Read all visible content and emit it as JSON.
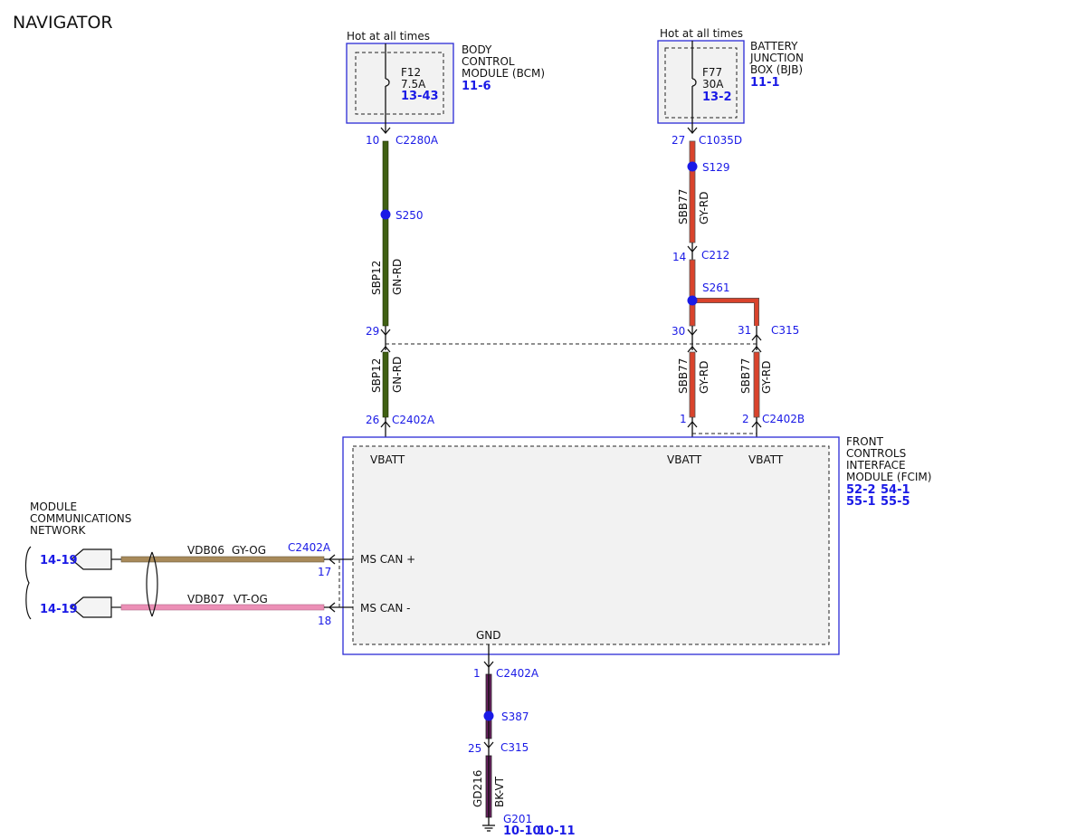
{
  "title": "NAVIGATOR",
  "bcm": {
    "hot_label": "Hot at all times",
    "name_lines": [
      "BODY",
      "CONTROL",
      "MODULE (BCM)"
    ],
    "ref": "11-6",
    "fuse": "F12",
    "rating": "7.5A",
    "fuse_ref": "13-43"
  },
  "bjb": {
    "hot_label": "Hot at all times",
    "name_lines": [
      "BATTERY",
      "JUNCTION",
      "BOX (BJB)"
    ],
    "ref": "11-1",
    "fuse": "F77",
    "rating": "30A",
    "fuse_ref": "13-2"
  },
  "left_feed": {
    "pin_top": "10",
    "conn_top": "C2280A",
    "splice": "S250",
    "circuit": "SBP12",
    "color": "GN-RD",
    "pin_mid": "29",
    "pin_bottom": "26",
    "conn_bottom": "C2402A"
  },
  "right_feed": {
    "pin_top": "27",
    "conn_top": "C1035D",
    "splice_top": "S129",
    "circuit": "SBB77",
    "color": "GY-RD",
    "pin_c212": "14",
    "conn_c212": "C212",
    "splice_mid": "S261",
    "pin_mid_a": "30",
    "pin_mid_b": "31",
    "conn_mid": "C315",
    "pin_bottom_a": "1",
    "pin_bottom_b": "2",
    "conn_bottom": "C2402B"
  },
  "fcim": {
    "name_lines": [
      "FRONT",
      "CONTROLS",
      "INTERFACE",
      "MODULE (FCIM)"
    ],
    "refs": [
      [
        "52-2",
        "54-1"
      ],
      [
        "55-1",
        "55-5"
      ]
    ],
    "vbatt": "VBATT",
    "ms_can_plus": "MS CAN +",
    "ms_can_minus": "MS CAN -",
    "gnd": "GND"
  },
  "network": {
    "label_lines": [
      "MODULE",
      "COMMUNICATIONS",
      "NETWORK"
    ],
    "ref_top": "14-19",
    "ref_bottom": "14-19",
    "conn": "C2402A",
    "wire1_circuit": "VDB06",
    "wire1_color": "GY-OG",
    "wire1_pin": "17",
    "wire2_circuit": "VDB07",
    "wire2_color": "VT-OG",
    "wire2_pin": "18"
  },
  "ground": {
    "pin_top": "1",
    "conn_top": "C2402A",
    "splice": "S387",
    "pin_c315": "25",
    "conn_c315": "C315",
    "circuit": "GD216",
    "color": "BK-VT",
    "ground_id": "G201",
    "refs": [
      "10-10",
      "10-11"
    ]
  },
  "colors": {
    "module_outline": "#2b2bd6",
    "ref_text": "#1a1ae6",
    "wire_gn_rd": "#3f5f12",
    "wire_gy_rd": "#d9432c",
    "wire_gy_og": "#a88a5a",
    "wire_vt_og": "#ec8fb6",
    "wire_bk_vt": "#6a2060"
  }
}
